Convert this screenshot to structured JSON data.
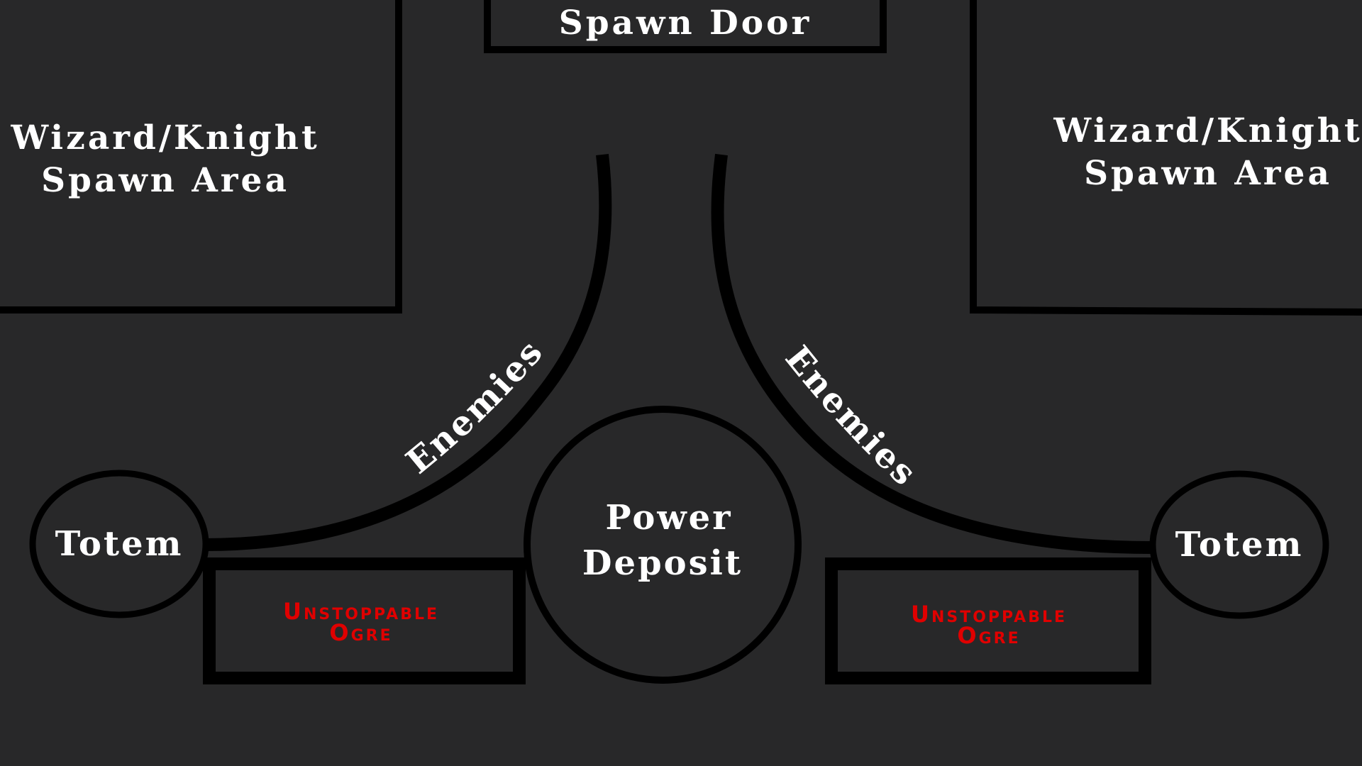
{
  "diagram": {
    "background_color": "#282829",
    "line_color": "#000000",
    "text_color": "#ffffff",
    "ogre_color": "#e00000",
    "spawn_door": "Spawn Door",
    "left_spawn_area": {
      "line1": "Wizard/Knight",
      "line2": "Spawn Area"
    },
    "right_spawn_area": {
      "line1": "Wizard/Knight",
      "line2": "Spawn Area"
    },
    "left_path_label": "Enemies",
    "right_path_label": "Enemies",
    "power_deposit": {
      "line1": "Power",
      "line2": "Deposit"
    },
    "left_totem": "Totem",
    "right_totem": "Totem",
    "left_ogre": {
      "line1": "Unstoppable",
      "line2": "Ogre"
    },
    "right_ogre": {
      "line1": "Unstoppable",
      "line2": "Ogre"
    }
  }
}
